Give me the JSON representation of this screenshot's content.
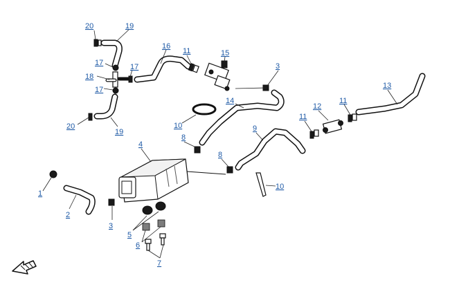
{
  "callouts": [
    {
      "id": "c20a",
      "label": "20"
    },
    {
      "id": "c19a",
      "label": "19"
    },
    {
      "id": "c17a",
      "label": "17"
    },
    {
      "id": "c18",
      "label": "18"
    },
    {
      "id": "c17b",
      "label": "17"
    },
    {
      "id": "c17c",
      "label": "17"
    },
    {
      "id": "c20b",
      "label": "20"
    },
    {
      "id": "c19b",
      "label": "19"
    },
    {
      "id": "c16",
      "label": "16"
    },
    {
      "id": "c11a",
      "label": "11"
    },
    {
      "id": "c15",
      "label": "15"
    },
    {
      "id": "c3a",
      "label": "3"
    },
    {
      "id": "c14",
      "label": "14"
    },
    {
      "id": "c10a",
      "label": "10"
    },
    {
      "id": "c13",
      "label": "13"
    },
    {
      "id": "c12",
      "label": "12"
    },
    {
      "id": "c11b",
      "label": "11"
    },
    {
      "id": "c11c",
      "label": "11"
    },
    {
      "id": "c9",
      "label": "9"
    },
    {
      "id": "c8a",
      "label": "8"
    },
    {
      "id": "c8b",
      "label": "8"
    },
    {
      "id": "c4",
      "label": "4"
    },
    {
      "id": "c1",
      "label": "1"
    },
    {
      "id": "c2",
      "label": "2"
    },
    {
      "id": "c3b",
      "label": "3"
    },
    {
      "id": "c5",
      "label": "5"
    },
    {
      "id": "c6",
      "label": "6"
    },
    {
      "id": "c7",
      "label": "7"
    },
    {
      "id": "c10b",
      "label": "10"
    }
  ],
  "orientation_arrow": {
    "icon": "front-direction-arrow-icon"
  }
}
